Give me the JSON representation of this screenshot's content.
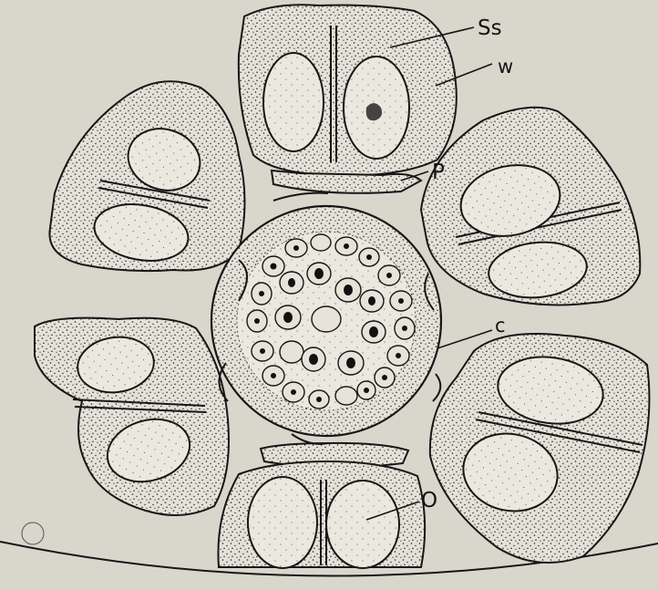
{
  "figure": {
    "labels": {
      "ss": "Ss",
      "w": "w",
      "p": "P",
      "c": "c",
      "o": "O"
    }
  },
  "colors": {
    "paper": "#d9d6cc",
    "ink": "#161616",
    "stipple": "#1d1d1d",
    "cell": "#e6e2d8"
  }
}
